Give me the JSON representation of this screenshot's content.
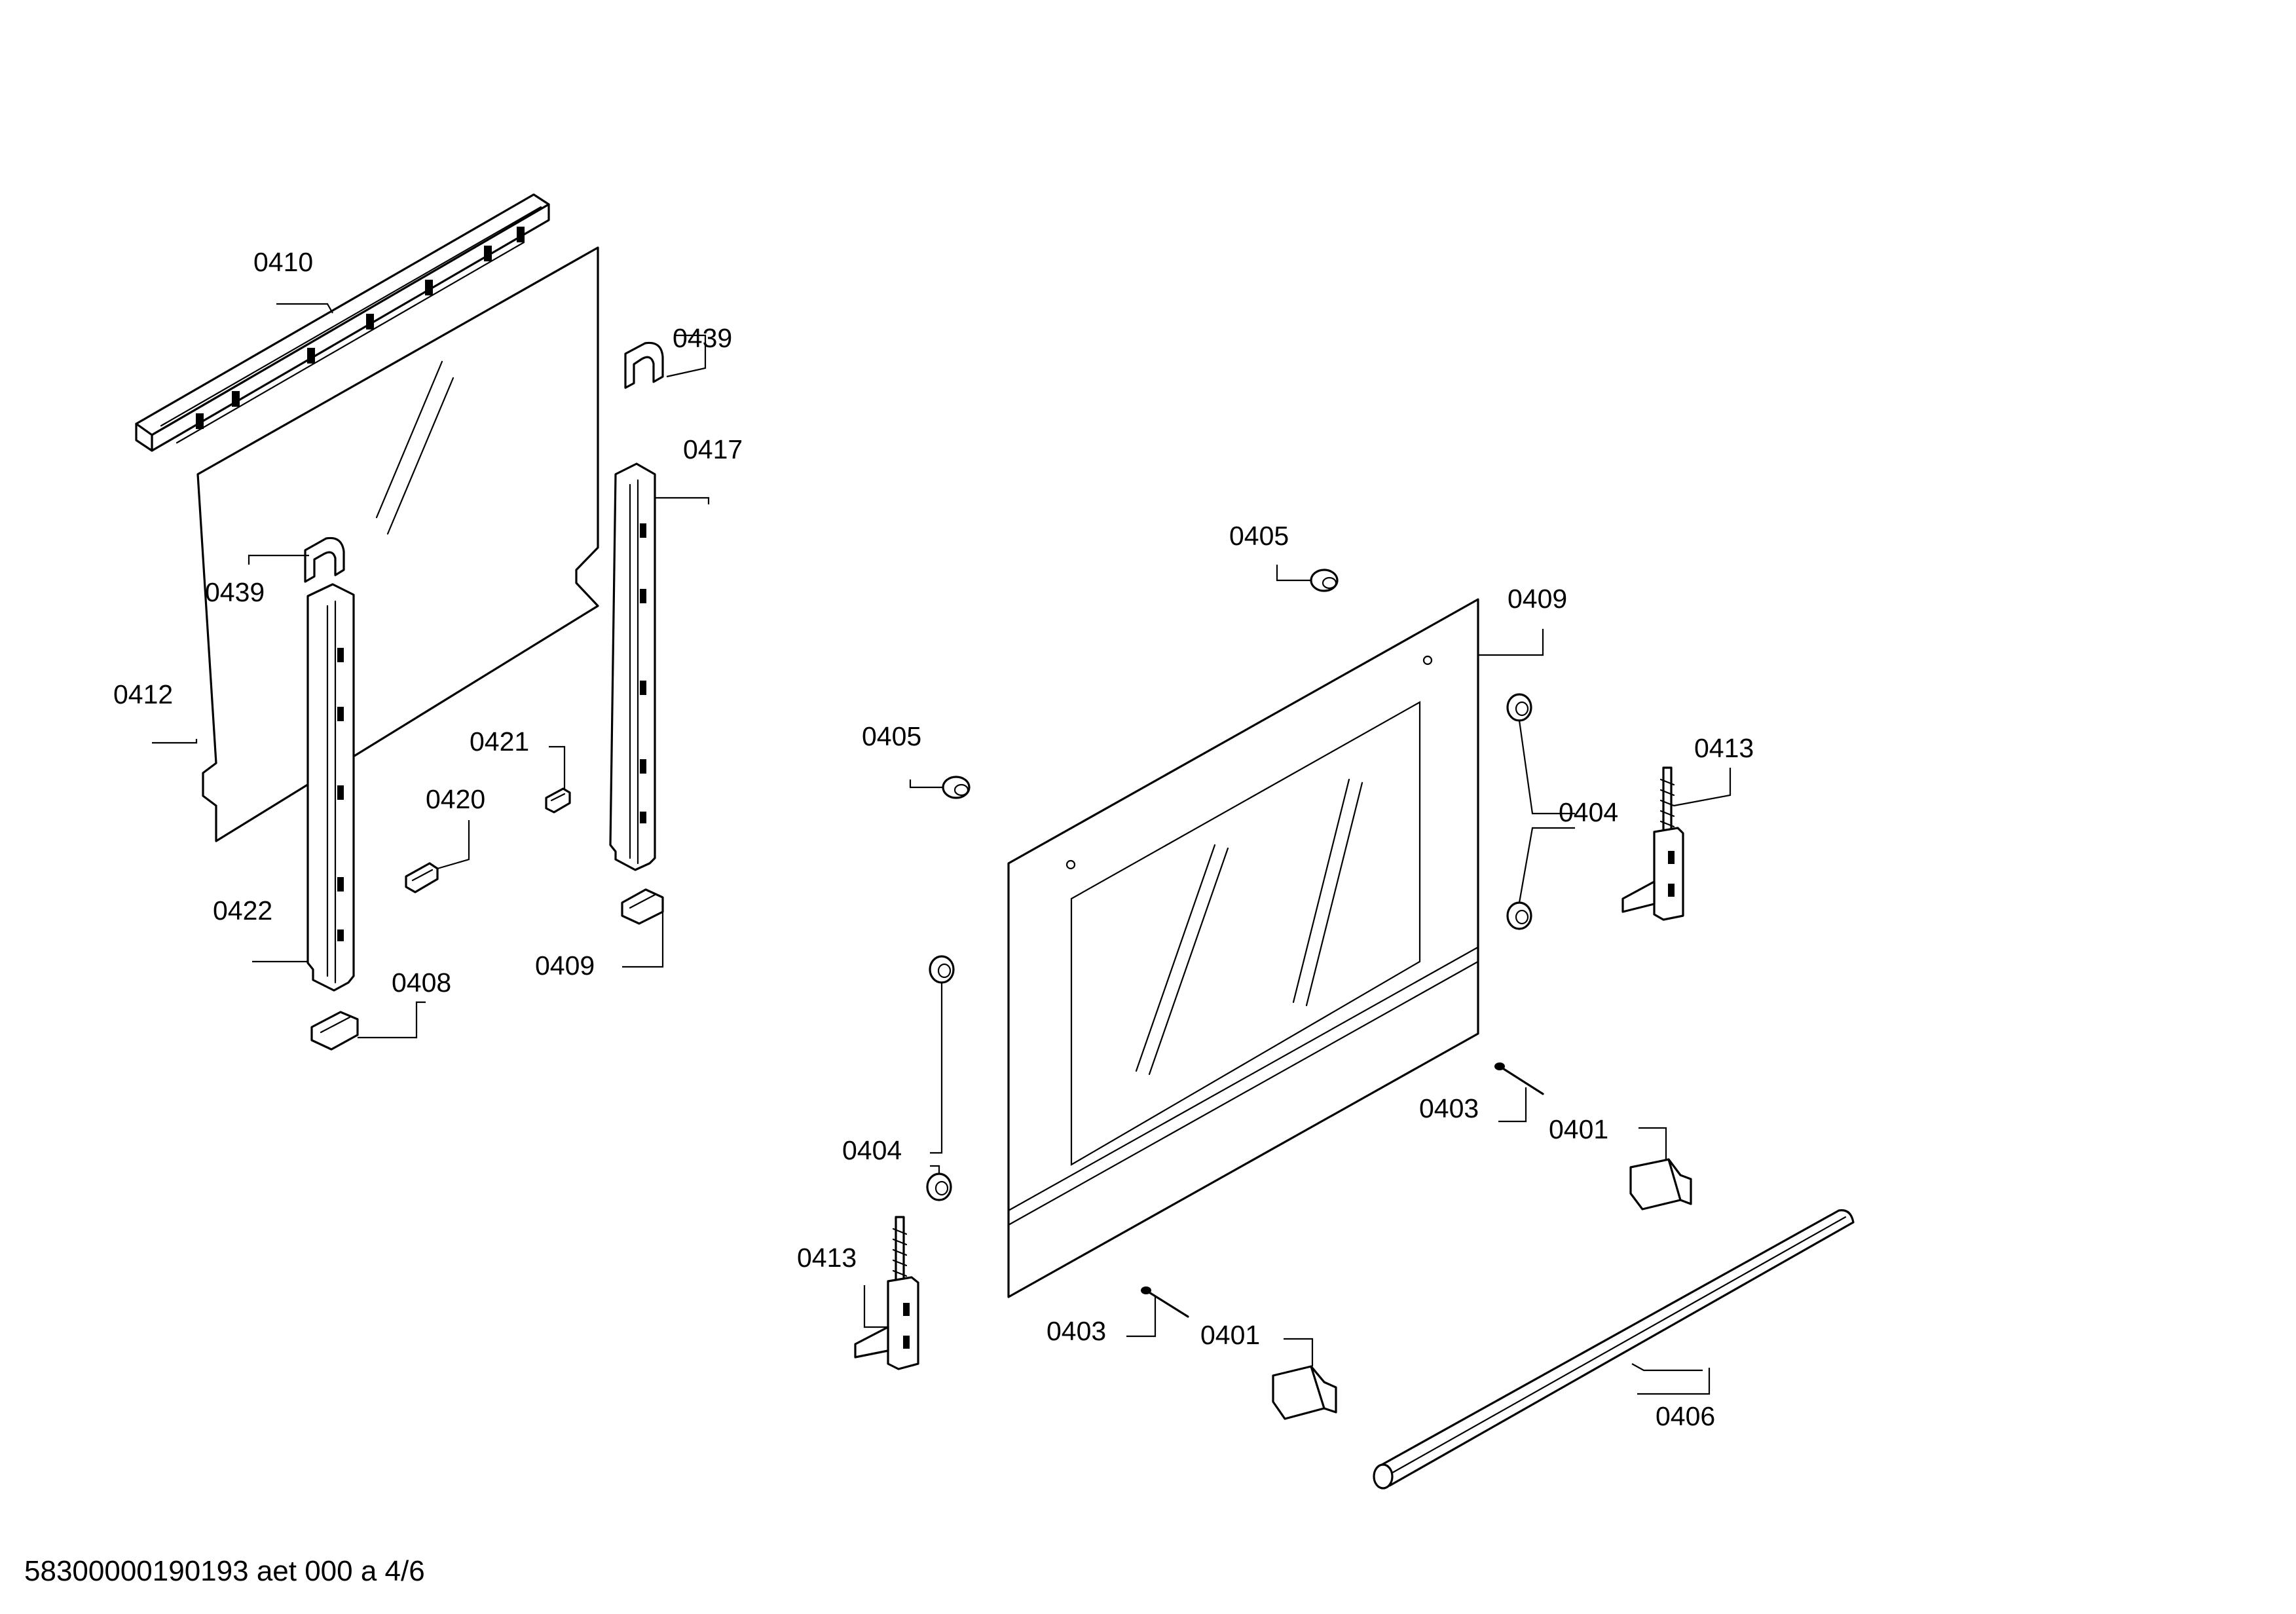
{
  "callouts": {
    "c0410": "0410",
    "c0439a": "0439",
    "c0417": "0417",
    "c0439b": "0439",
    "c0412": "0412",
    "c0421": "0421",
    "c0420": "0420",
    "c0422": "0422",
    "c0408": "0408",
    "c0409a": "0409",
    "c0405a": "0405",
    "c0409b": "0409",
    "c0405b": "0405",
    "c0413a": "0413",
    "c0404a": "0404",
    "c0404b": "0404",
    "c0413b": "0413",
    "c0403a": "0403",
    "c0401a": "0401",
    "c0403b": "0403",
    "c0401b": "0401",
    "c0406": "0406"
  },
  "footer": {
    "drawing_id": "58300000190193 aet 000 a 4/6"
  },
  "colors": {
    "line": "#000000",
    "background": "#ffffff"
  }
}
